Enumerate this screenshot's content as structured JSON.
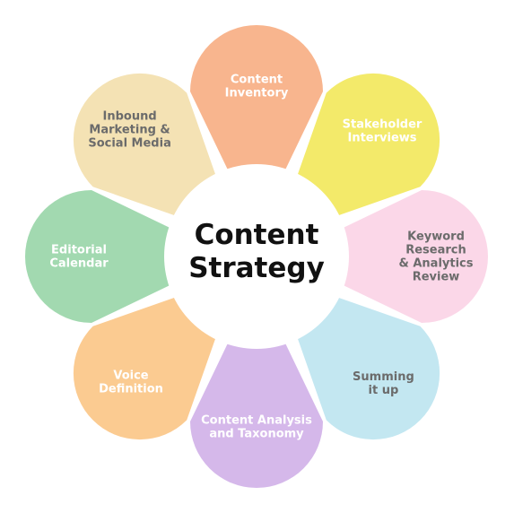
{
  "diagram": {
    "center": {
      "line1": "Content",
      "line2": "Strategy"
    },
    "petals": [
      {
        "label_lines": [
          "Content",
          "Inventory"
        ],
        "color": "#F8B58E"
      },
      {
        "label_lines": [
          "Stakeholder",
          "Interviews"
        ],
        "color": "#F3EA6A"
      },
      {
        "label_lines": [
          "Keyword",
          "Research",
          "& Analytics",
          "Review"
        ],
        "color": "#FBD7E8"
      },
      {
        "label_lines": [
          "Summing",
          "it up"
        ],
        "color": "#C3E7F1"
      },
      {
        "label_lines": [
          "Content Analysis",
          "and Taxonomy"
        ],
        "color": "#D5B8EA"
      },
      {
        "label_lines": [
          "Voice",
          "Definition"
        ],
        "color": "#FBCB91"
      },
      {
        "label_lines": [
          "Editorial",
          "Calendar"
        ],
        "color": "#A2D9B0"
      },
      {
        "label_lines": [
          "Inbound",
          "Marketing &",
          "Social Media"
        ],
        "color": "#F4E2B4"
      }
    ]
  }
}
